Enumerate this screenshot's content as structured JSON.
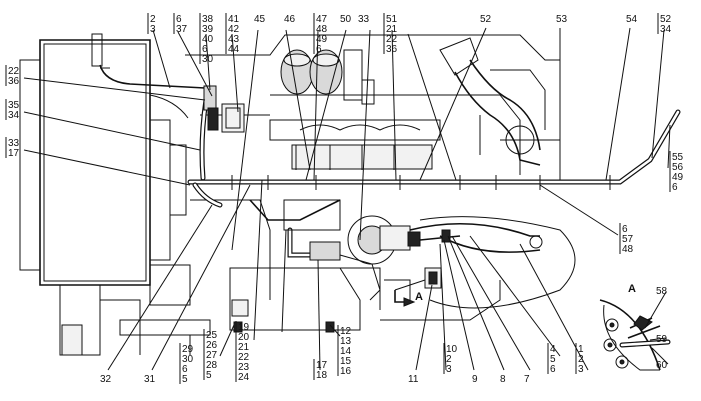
{
  "callout_groups": [
    {
      "id": "g-2-3",
      "lines": [
        "2",
        "3"
      ]
    },
    {
      "id": "g-6-37",
      "lines": [
        "6",
        "37"
      ]
    },
    {
      "id": "g-38",
      "lines": [
        "38",
        "39",
        "40",
        "6",
        "30"
      ]
    },
    {
      "id": "g-41",
      "lines": [
        "41",
        "42",
        "43",
        "44"
      ]
    },
    {
      "id": "g-45",
      "lines": [
        "45"
      ]
    },
    {
      "id": "g-46",
      "lines": [
        "46"
      ]
    },
    {
      "id": "g-47",
      "lines": [
        "47",
        "48",
        "49",
        "6"
      ]
    },
    {
      "id": "g-50",
      "lines": [
        "50"
      ]
    },
    {
      "id": "g-33top",
      "lines": [
        "33"
      ]
    },
    {
      "id": "g-51",
      "lines": [
        "51",
        "21",
        "22",
        "36"
      ]
    },
    {
      "id": "g-52top",
      "lines": [
        "52"
      ]
    },
    {
      "id": "g-53",
      "lines": [
        "53"
      ]
    },
    {
      "id": "g-54",
      "lines": [
        "54"
      ]
    },
    {
      "id": "g-52-34",
      "lines": [
        "52",
        "34"
      ]
    },
    {
      "id": "g-22-36",
      "lines": [
        "22",
        "36"
      ]
    },
    {
      "id": "g-35-34",
      "lines": [
        "35",
        "34"
      ]
    },
    {
      "id": "g-33-17",
      "lines": [
        "33",
        "17"
      ]
    },
    {
      "id": "g-55",
      "lines": [
        "55",
        "56",
        "49",
        "6"
      ]
    },
    {
      "id": "g-6-57",
      "lines": [
        "6",
        "57",
        "48"
      ]
    },
    {
      "id": "g-29",
      "lines": [
        "29",
        "30",
        "6",
        "5"
      ]
    },
    {
      "id": "g-25",
      "lines": [
        "25",
        "26",
        "27",
        "28",
        "5"
      ]
    },
    {
      "id": "g-19",
      "lines": [
        "19",
        "20",
        "21",
        "22",
        "23",
        "24"
      ]
    },
    {
      "id": "g-17-18",
      "lines": [
        "17",
        "18"
      ]
    },
    {
      "id": "g-12",
      "lines": [
        "12",
        "13",
        "14",
        "15",
        "16"
      ]
    },
    {
      "id": "g-10",
      "lines": [
        "10",
        "2",
        "3"
      ]
    },
    {
      "id": "g-4-5-6",
      "lines": [
        "4",
        "5",
        "6"
      ]
    },
    {
      "id": "g-1-2-3",
      "lines": [
        "1",
        "2",
        "3"
      ]
    },
    {
      "id": "g-32",
      "lines": [
        "32"
      ]
    },
    {
      "id": "g-31",
      "lines": [
        "31"
      ]
    },
    {
      "id": "g-11",
      "lines": [
        "11"
      ]
    },
    {
      "id": "g-9",
      "lines": [
        "9"
      ]
    },
    {
      "id": "g-8",
      "lines": [
        "8"
      ]
    },
    {
      "id": "g-7",
      "lines": [
        "7"
      ]
    },
    {
      "id": "g-58",
      "lines": [
        "58"
      ]
    },
    {
      "id": "g-59",
      "lines": [
        "59"
      ]
    },
    {
      "id": "g-60",
      "lines": [
        "60"
      ]
    }
  ],
  "view_labels": {
    "arrow_label": "A",
    "detail_label": "A"
  }
}
